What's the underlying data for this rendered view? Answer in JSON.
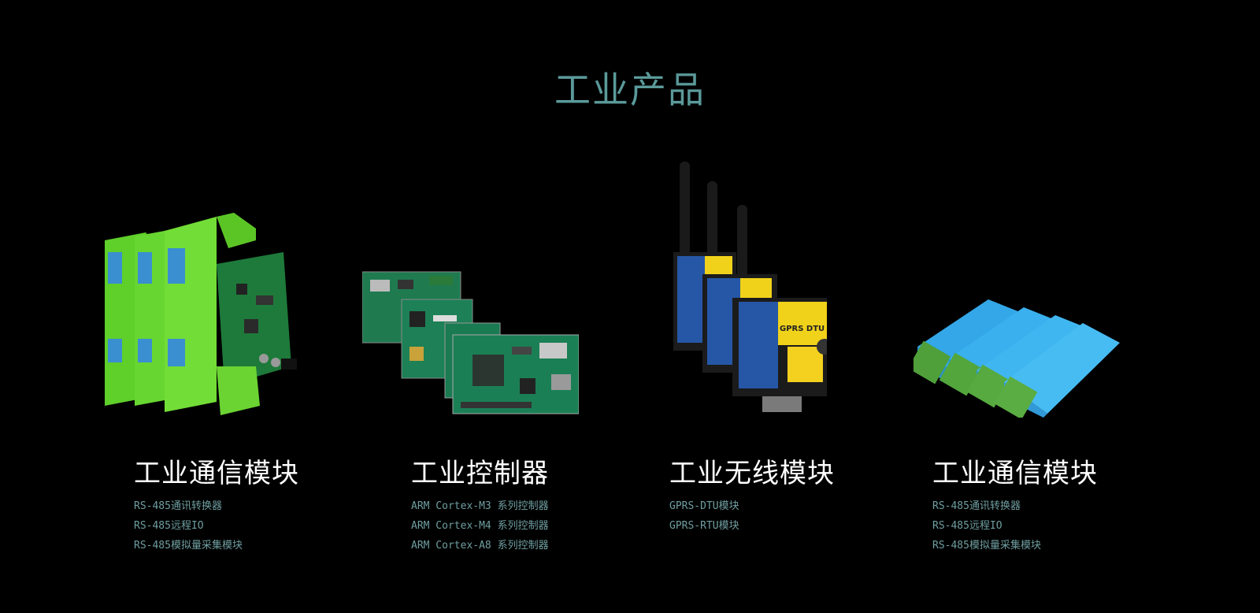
{
  "page": {
    "title": "工业产品"
  },
  "colors": {
    "background": "#000000",
    "title": "#5b9a9a",
    "card_title": "#ffffff",
    "item_text": "#6f9ea0"
  },
  "products": [
    {
      "image": "green-din-rail-modules",
      "title": "工业通信模块",
      "items": [
        "RS-485通讯转换器",
        "RS-485远程IO",
        "RS-485模拟量采集模块"
      ]
    },
    {
      "image": "arm-controller-boards",
      "title": "工业控制器",
      "items": [
        "ARM Cortex-M3 系列控制器",
        "ARM Cortex-M4 系列控制器",
        "ARM Cortex-A8 系列控制器"
      ]
    },
    {
      "image": "gprs-dtu-devices",
      "title": "工业无线模块",
      "items": [
        "GPRS-DTU模块",
        "GPRS-RTU模块"
      ],
      "device_label": "GPRS DTU"
    },
    {
      "image": "blue-can-modules",
      "title": "工业通信模块",
      "items": [
        "RS-485通讯转换器",
        "RS-485远程IO",
        "RS-485模拟量采集模块"
      ]
    }
  ]
}
